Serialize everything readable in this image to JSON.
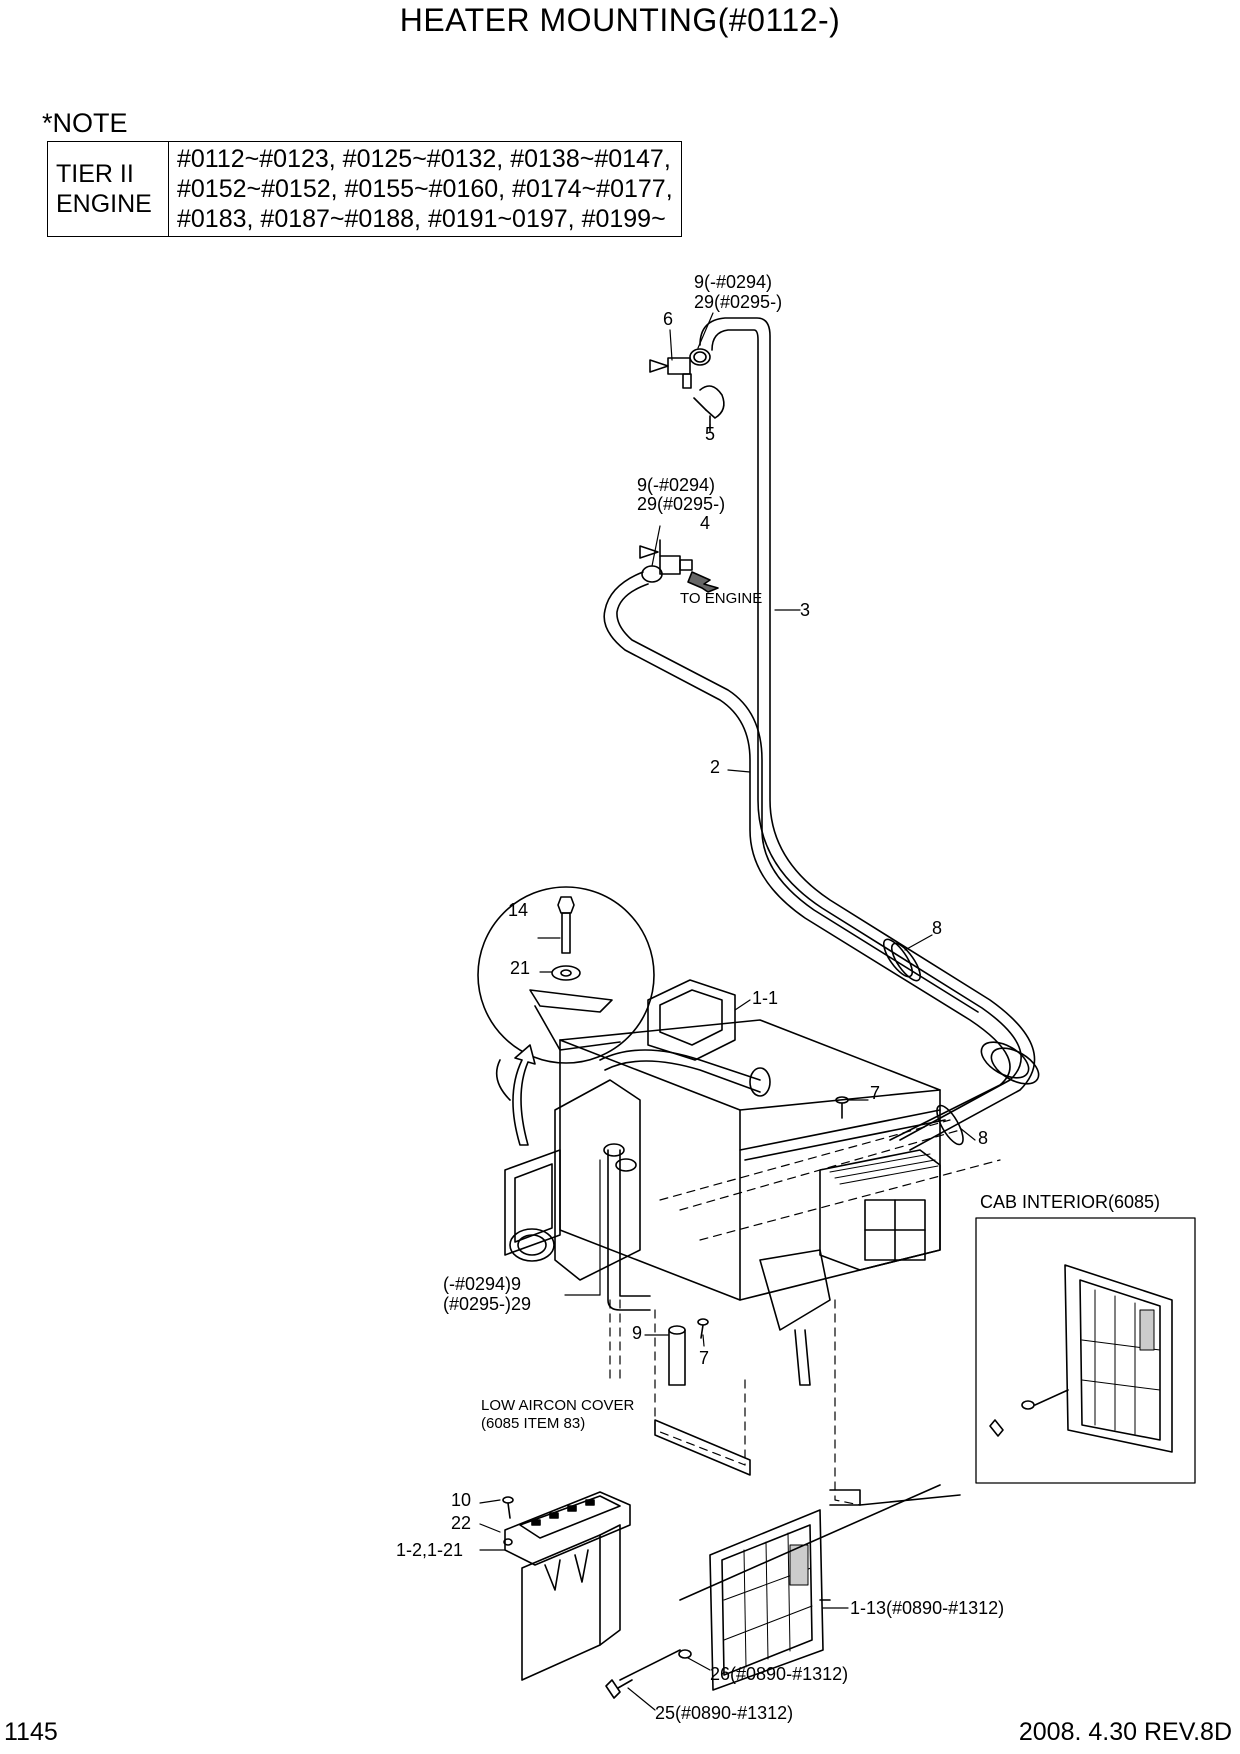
{
  "title": "HEATER MOUNTING(#0112-)",
  "note": {
    "label": "*NOTE",
    "row_head": [
      "TIER II",
      "ENGINE"
    ],
    "row_lines": [
      "#0112~#0123, #0125~#0132, #0138~#0147,",
      "#0152~#0152, #0155~#0160, #0174~#0177,",
      "#0183, #0187~#0188, #0191~0197, #0199~"
    ]
  },
  "callouts": {
    "c9_top_a": "9(-#0294)",
    "c29_top_a": "29(#0295-)",
    "c6": "6",
    "c5": "5",
    "c9_top_b": "9(-#0294)",
    "c29_top_b": "29(#0295-)",
    "c4": "4",
    "to_engine": "TO ENGINE",
    "c3": "3",
    "c2": "2",
    "c8_a": "8",
    "c14": "14",
    "c21": "21",
    "c1_1": "1-1",
    "c7_a": "7",
    "c8_b": "8",
    "cab_interior": "CAB INTERIOR(6085)",
    "c9_left": "(-#0294)9",
    "c29_left": "(#0295-)29",
    "c9_mid": "9",
    "c7_b": "7",
    "low_aircon_1": "LOW AIRCON COVER",
    "low_aircon_2": "(6085 ITEM 83)",
    "c10": "10",
    "c22": "22",
    "c1_2": "1-2,1-21",
    "c1_13": "1-13(#0890-#1312)",
    "c26": "26(#0890-#1312)",
    "c25": "25(#0890-#1312)"
  },
  "footer": {
    "page": "1145",
    "revision": "2008. 4.30  REV.8D"
  }
}
